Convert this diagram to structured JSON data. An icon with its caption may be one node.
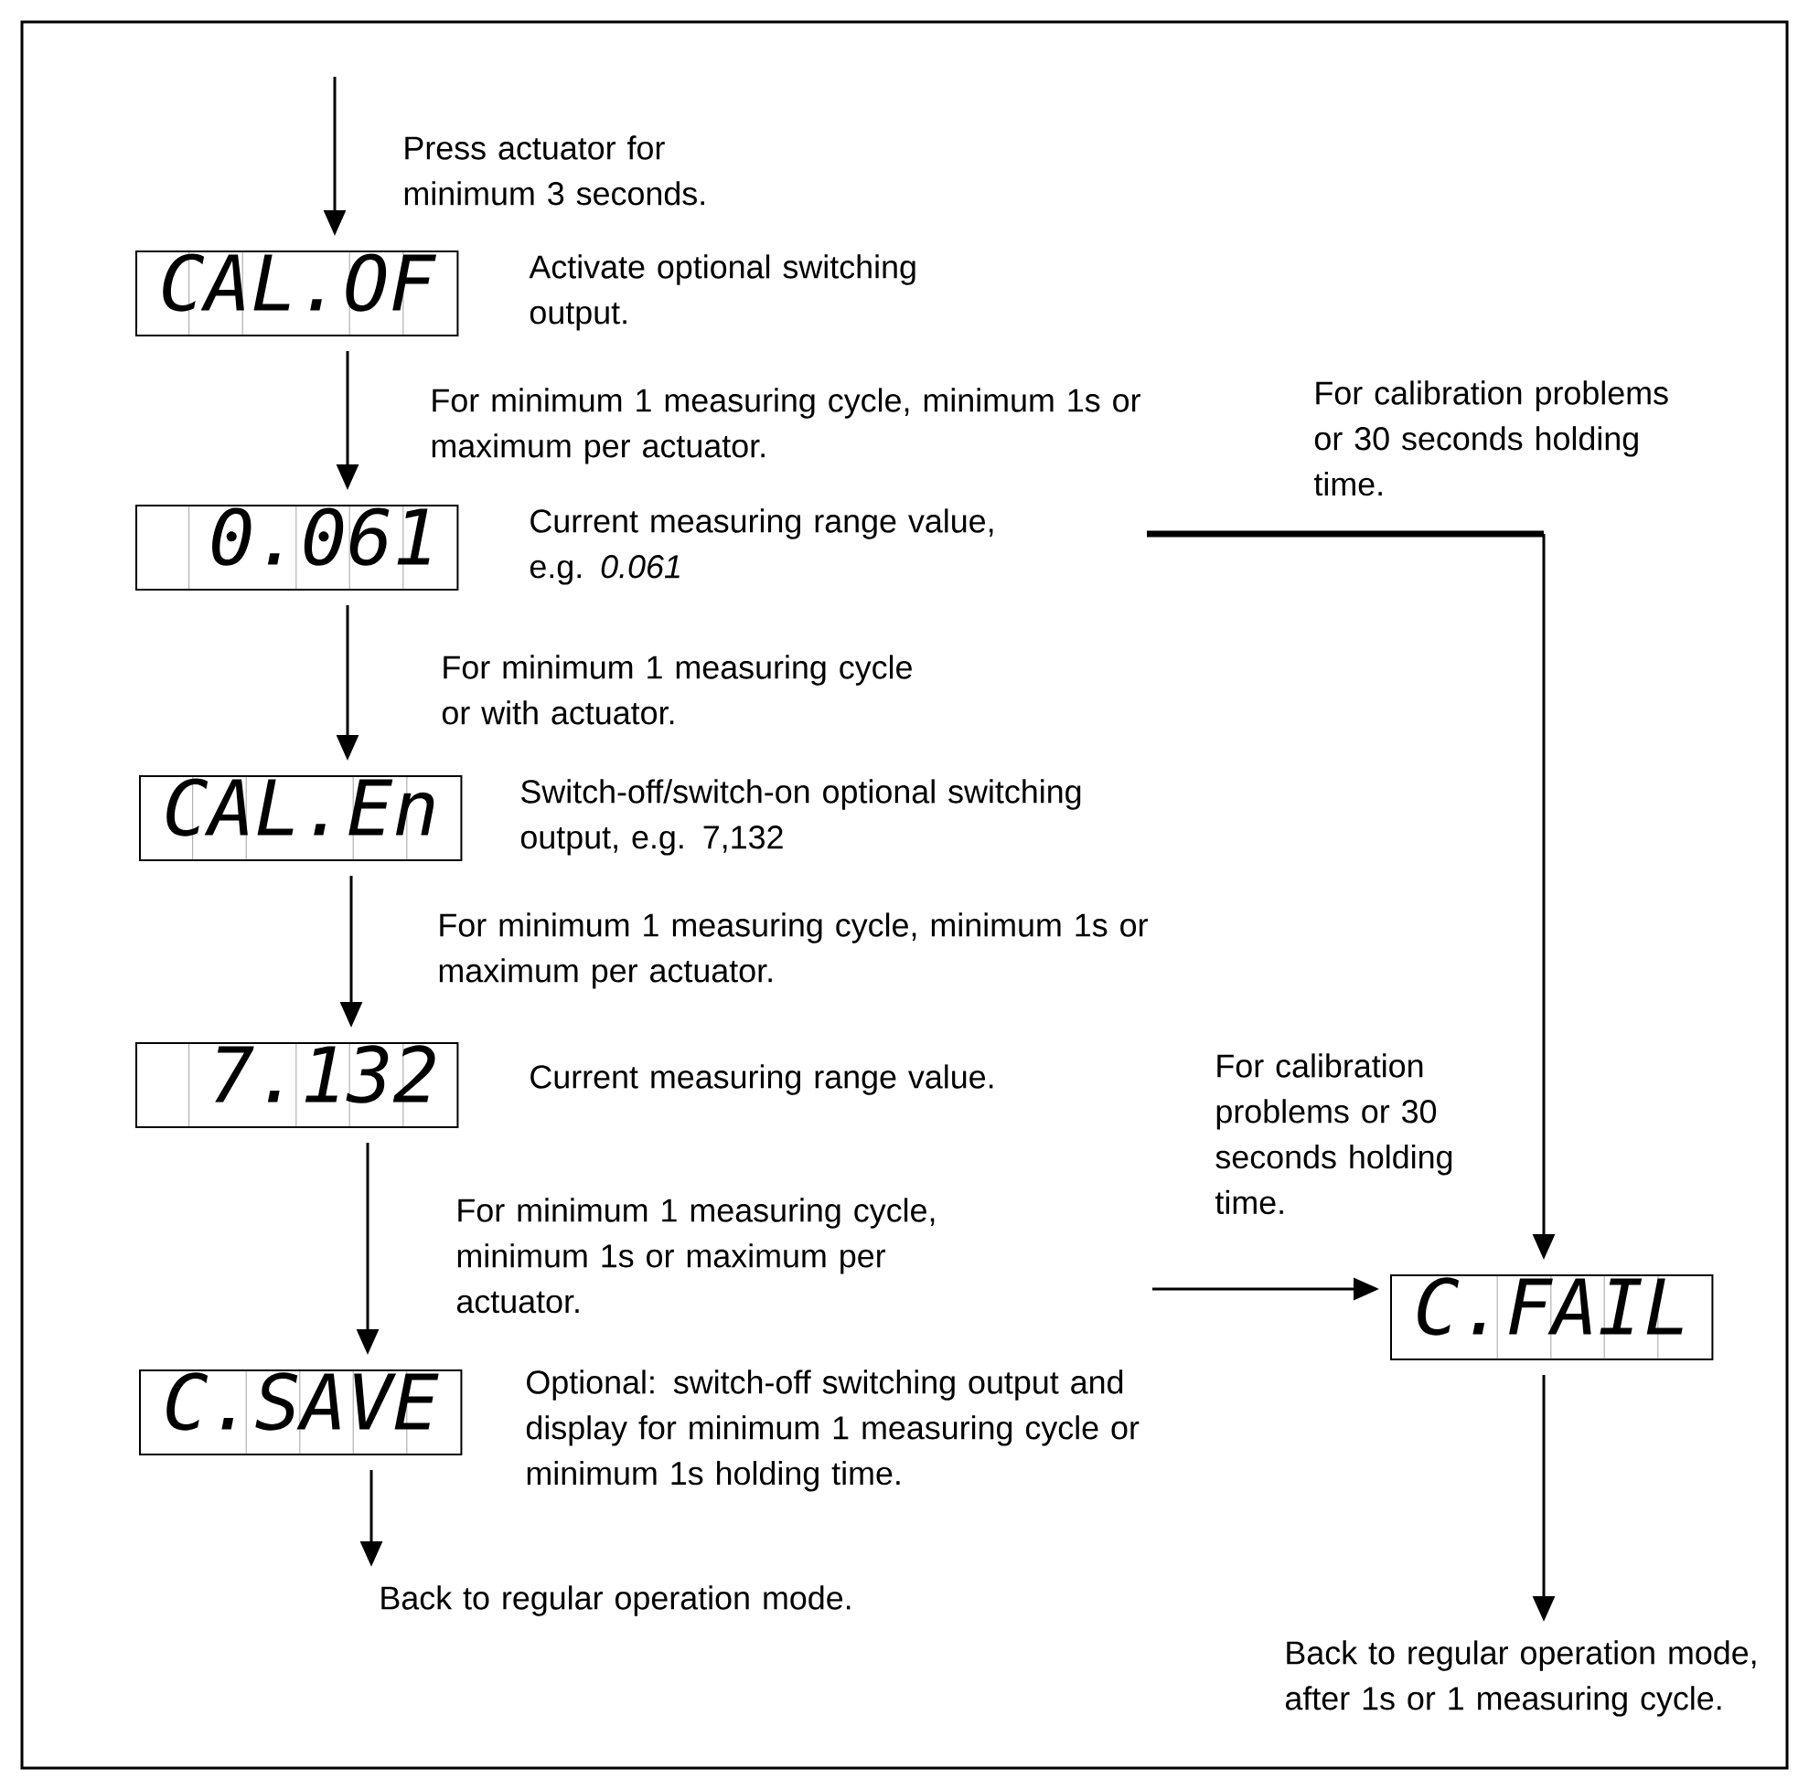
{
  "diagram": {
    "nodes": [
      {
        "text": [
          "CAL.OF"
        ],
        "beside": [
          "Activate optional switching output."
        ]
      },
      {
        "text": [
          "0.061"
        ],
        "beside": [
          "Current measuring range value, e.g. *0.061*"
        ]
      },
      {
        "text": [
          "CAL.En"
        ],
        "beside": [
          "Switch-off/switch-on optional switching output, e.g. 7,132"
        ]
      },
      {
        "text": [
          "7.132"
        ],
        "beside": [
          "Current measuring range value."
        ]
      },
      {
        "text": [
          "C.SAVE"
        ],
        "beside": [
          "Optional: switch-off switching output and display for minimum 1 measuring cycle or minimum 1s holding time."
        ]
      },
      {
        "text": [
          "Back to regular operation mode."
        ]
      },
      {
        "text": [
          "C.FAIL"
        ]
      },
      {
        "text": [
          "Back to regular operation mode, after 1s or 1 measuring cycle."
        ]
      }
    ],
    "edges": [
      {
        "from": null,
        "to": 0,
        "arrow": "to",
        "label": "Press actuator for minimum 3 seconds."
      },
      {
        "from": 0,
        "to": 1,
        "arrow": "to",
        "label": "For minimum 1 measuring cycle, minimum 1s or maximum per actuator."
      },
      {
        "from": 1,
        "to": 2,
        "arrow": "to",
        "label": "For minimum 1 measuring cycle or with actuator."
      },
      {
        "from": 2,
        "to": 3,
        "arrow": "to",
        "label": "For minimum 1 measuring cycle, minimum 1s or maximum per actuator."
      },
      {
        "from": 3,
        "to": 4,
        "arrow": "to",
        "label": "For minimum 1 measuring cycle, minimum 1s or maximum per actuator."
      },
      {
        "from": 4,
        "to": 5,
        "arrow": "to"
      },
      {
        "from": null,
        "to": 6,
        "arrow": "to",
        "label": "For calibration problems or 30 seconds holding time."
      },
      {
        "from": null,
        "to": 6,
        "arrow": "to",
        "label": "For calibration problems or 30 seconds holding time."
      },
      {
        "from": 6,
        "to": 7,
        "arrow": "to"
      }
    ]
  }
}
